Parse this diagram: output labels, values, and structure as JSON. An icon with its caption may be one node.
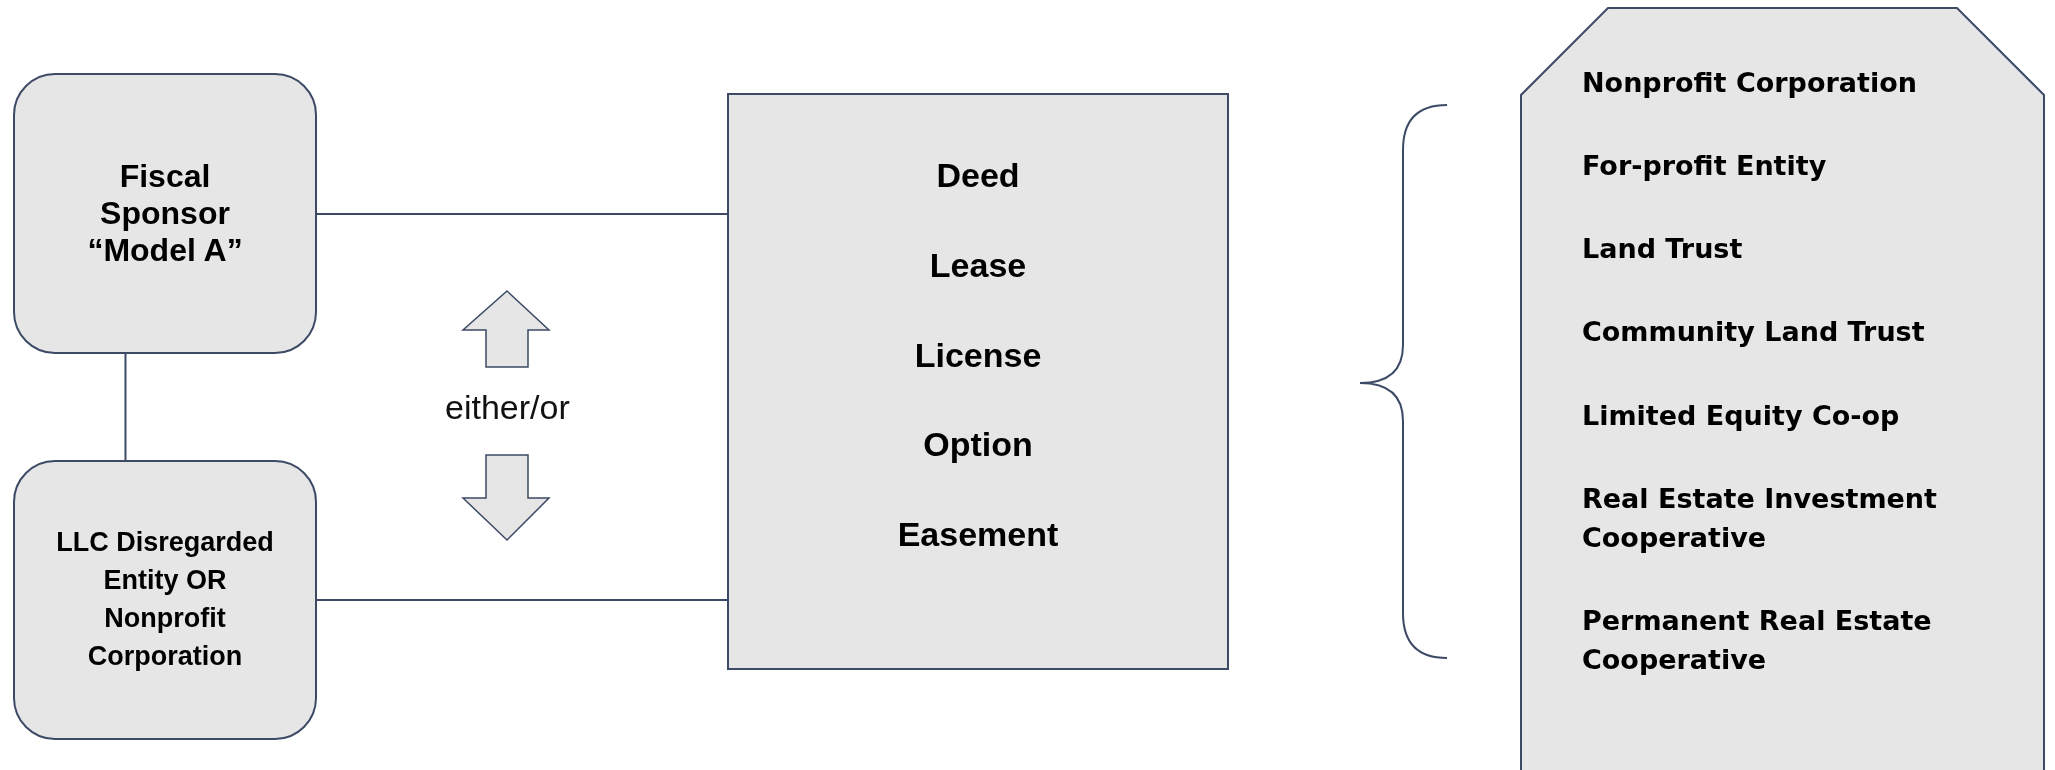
{
  "diagram": {
    "nodes": [
      {
        "text": [
          "Fiscal Sponsor “Model A”"
        ]
      },
      {
        "text": [
          "LLC Disregarded Entity OR Nonprofit Corporation"
        ]
      },
      {
        "text": [
          "Deed",
          "Lease",
          "License",
          "Option",
          "Easement"
        ]
      },
      {
        "text": [
          "Nonprofit Corporation",
          "For-profit Entity",
          "Land Trust",
          "Community Land Trust",
          "Limited Equity Co-op",
          "Real Estate Investment Cooperative",
          "Permanent Real Estate Cooperative"
        ]
      }
    ],
    "edges": [
      {
        "from": 0,
        "to": 2,
        "arrow": "none"
      },
      {
        "from": 0,
        "to": 1,
        "arrow": "none"
      },
      {
        "from": 1,
        "to": 2,
        "arrow": "none"
      }
    ],
    "labels": [
      "either/or"
    ]
  }
}
